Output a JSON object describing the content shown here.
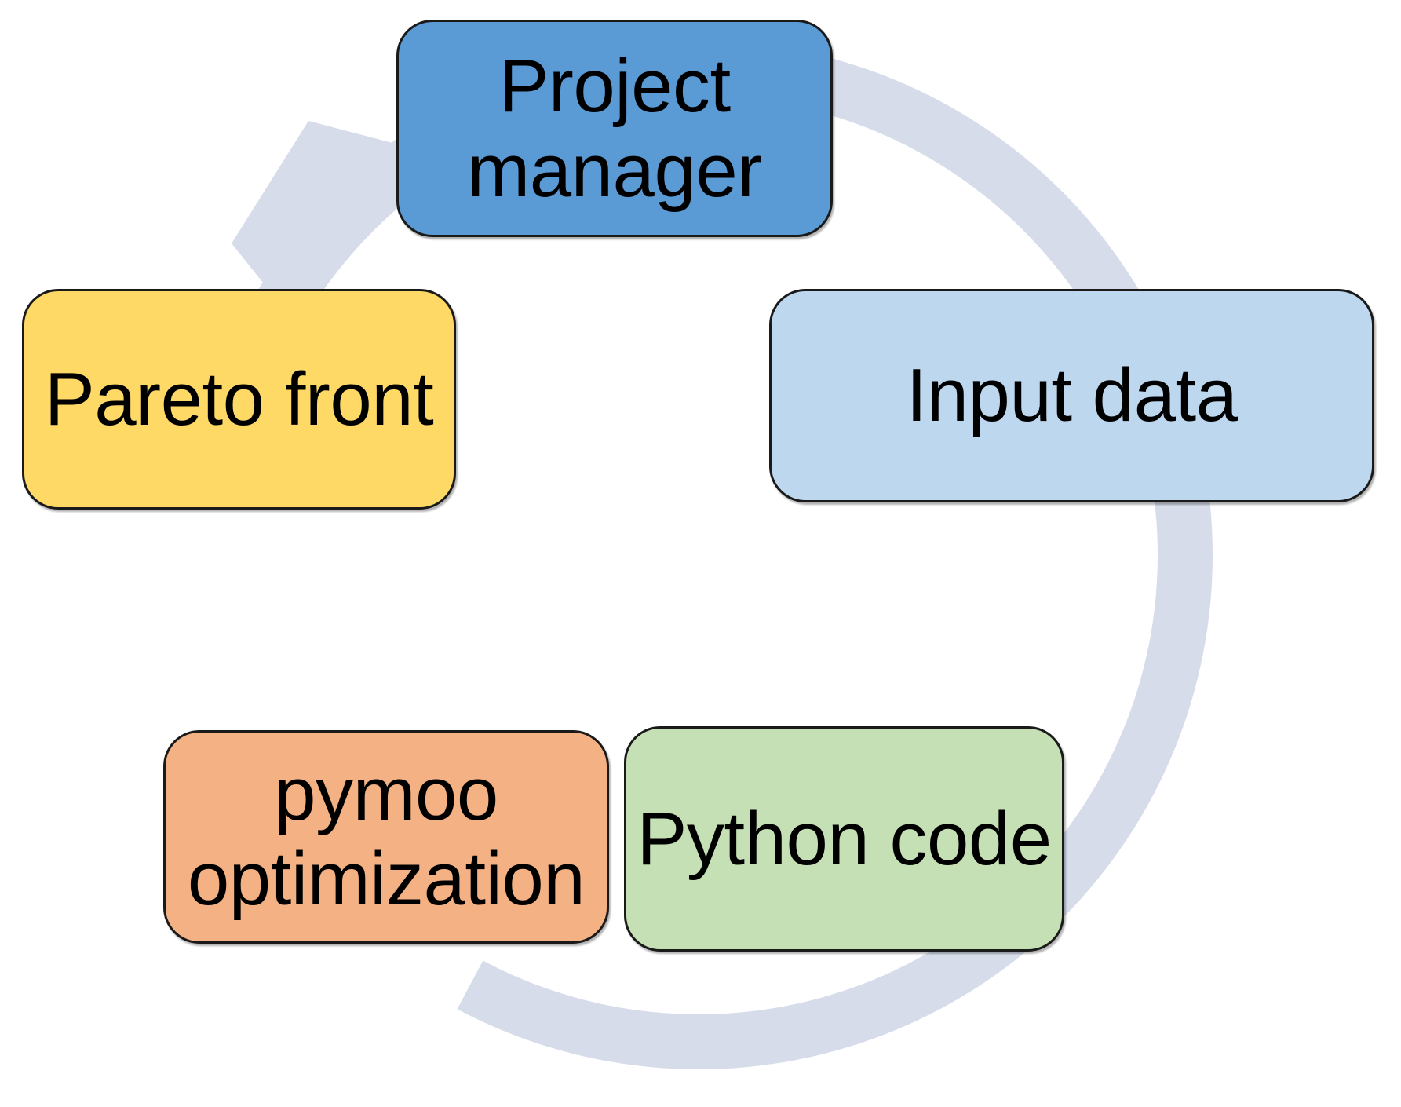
{
  "diagram": {
    "title": "pymoo optimization workflow cycle",
    "type": "cycle",
    "direction": "clockwise",
    "background_color": "#FFFFFF",
    "arrow": {
      "name": "circular-cycle-arrow",
      "color": "#D6DCE9",
      "head_position": "top-left",
      "head_points_to": "Project manager"
    },
    "nodes": [
      {
        "id": "project-manager",
        "label": "Project\nmanager",
        "fill": "#5B9BD5",
        "border": "#1A1A1A",
        "position": "top"
      },
      {
        "id": "input-data",
        "label": "Input data",
        "fill": "#BDD7EE",
        "border": "#1A1A1A",
        "position": "right"
      },
      {
        "id": "python-code",
        "label": "Python code",
        "fill": "#C5E0B4",
        "border": "#1A1A1A",
        "position": "bottom-right"
      },
      {
        "id": "pymoo-optimization",
        "label": "pymoo\noptimization",
        "fill": "#F4B183",
        "border": "#1A1A1A",
        "position": "bottom-left"
      },
      {
        "id": "pareto-front",
        "label": "Pareto front",
        "fill": "#FFD966",
        "border": "#1A1A1A",
        "position": "left"
      }
    ],
    "flow_order": [
      "Project manager",
      "Input data",
      "Python code",
      "pymoo optimization",
      "Pareto front",
      "Project manager"
    ]
  }
}
